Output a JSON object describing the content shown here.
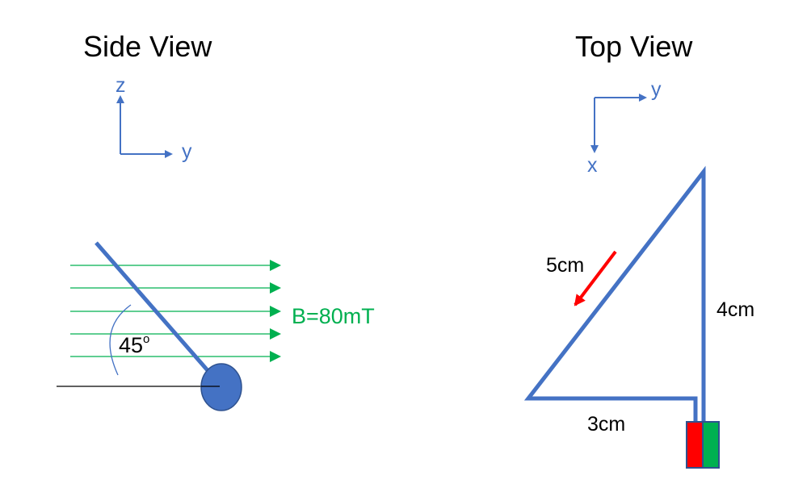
{
  "side_view": {
    "title": "Side View",
    "axis_vertical": "z",
    "axis_horizontal": "y",
    "field_label": "B=80mT",
    "angle_value": "45",
    "angle_unit": "o"
  },
  "top_view": {
    "title": "Top View",
    "axis_horizontal": "y",
    "axis_vertical": "x",
    "hypotenuse_label": "5cm",
    "vertical_side_label": "4cm",
    "base_label": "3cm"
  },
  "colors": {
    "wire": "#4472c4",
    "field_arrow": "#00b050",
    "current_arrow": "#ff0000",
    "terminal_red": "#ff0000",
    "terminal_green": "#00b050",
    "ball": "#4472c4",
    "reference_line": "#000000"
  }
}
